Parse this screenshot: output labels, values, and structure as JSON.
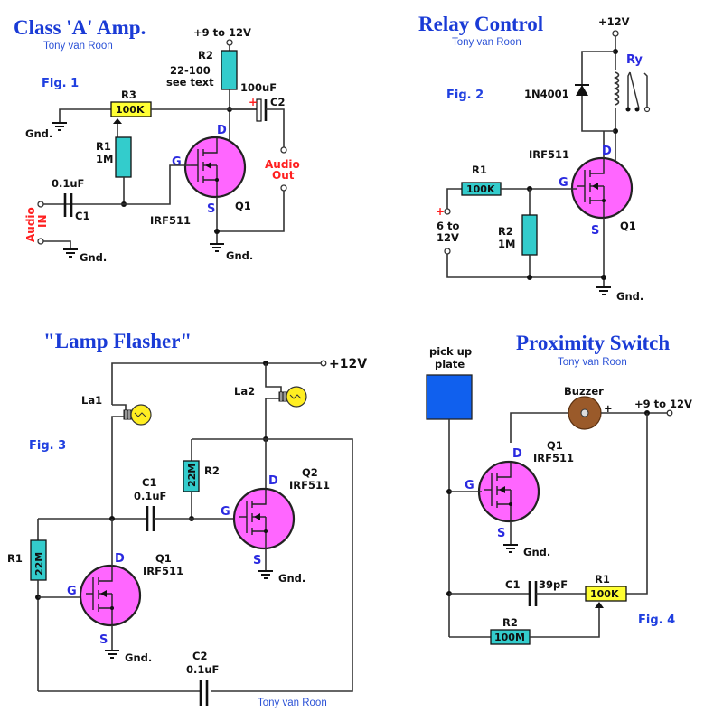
{
  "figures": {
    "fig1": {
      "title": "Class 'A' Amp.",
      "author": "Tony van Roon",
      "fig_label": "Fig. 1",
      "supply": "+9 to 12V",
      "r2_name": "R2",
      "r2_value_line1": "22-100",
      "r2_value_line2": "see text",
      "r3_name": "R3",
      "r3_value": "100K",
      "r1_name": "R1",
      "r1_value": "1M",
      "c1_name": "C1",
      "c1_value": "0.1uF",
      "c2_name": "C2",
      "c2_value": "100uF",
      "c2_polarity": "+",
      "gnd_label": "Gnd.",
      "audio_in_line1": "Audio",
      "audio_in_line2": "IN",
      "audio_out_line1": "Audio",
      "audio_out_line2": "Out",
      "q_name": "Q1",
      "q_part": "IRF511",
      "pin_d": "D",
      "pin_g": "G",
      "pin_s": "S"
    },
    "fig2": {
      "title": "Relay Control",
      "author": "Tony van Roon",
      "fig_label": "Fig. 2",
      "supply": "+12V",
      "relay_name": "Ry",
      "diode": "1N4001",
      "q_part": "IRF511",
      "q_name": "Q1",
      "r1_name": "R1",
      "r1_value": "100K",
      "r2_name": "R2",
      "r2_value": "1M",
      "input_polarity": "+",
      "input_line1": "6 to",
      "input_line2": "12V",
      "gnd_label": "Gnd.",
      "pin_d": "D",
      "pin_g": "G",
      "pin_s": "S"
    },
    "fig3": {
      "title": "\"Lamp Flasher\"",
      "author": "Tony van Roon",
      "fig_label": "Fig. 3",
      "supply": "+12V",
      "la1": "La1",
      "la2": "La2",
      "r1_name": "R1",
      "r1_value": "22M",
      "r2_name": "R2",
      "r2_value": "22M",
      "c1_name": "C1",
      "c1_value": "0.1uF",
      "c2_name": "C2",
      "c2_value": "0.1uF",
      "q1_name": "Q1",
      "q1_part": "IRF511",
      "q2_name": "Q2",
      "q2_part": "IRF511",
      "gnd_label": "Gnd.",
      "pin_d": "D",
      "pin_g": "G",
      "pin_s": "S"
    },
    "fig4": {
      "title": "Proximity Switch",
      "author": "Tony van Roon",
      "fig_label": "Fig. 4",
      "plate_line1": "pick up",
      "plate_line2": "plate",
      "buzzer": "Buzzer",
      "buzzer_polarity": "+",
      "supply": "+9 to 12V",
      "q_name": "Q1",
      "q_part": "IRF511",
      "c1_name": "C1",
      "c1_value": "39pF",
      "r1_name": "R1",
      "r1_value": "100K",
      "r2_name": "R2",
      "r2_value": "100M",
      "gnd_label": "Gnd.",
      "pin_d": "D",
      "pin_g": "G",
      "pin_s": "S"
    }
  },
  "colors": {
    "title_blue": "#1a3bd6",
    "pin_blue": "#2a2ae0",
    "signal_red": "#ff2020",
    "resistor_cyan": "#33cccc",
    "pot_yellow": "#ffff33",
    "mosfet_magenta": "#ff66ff",
    "lamp_yellow": "#ffee22",
    "buzzer_brown": "#9a5a2a",
    "plate_blue": "#1060ee"
  }
}
